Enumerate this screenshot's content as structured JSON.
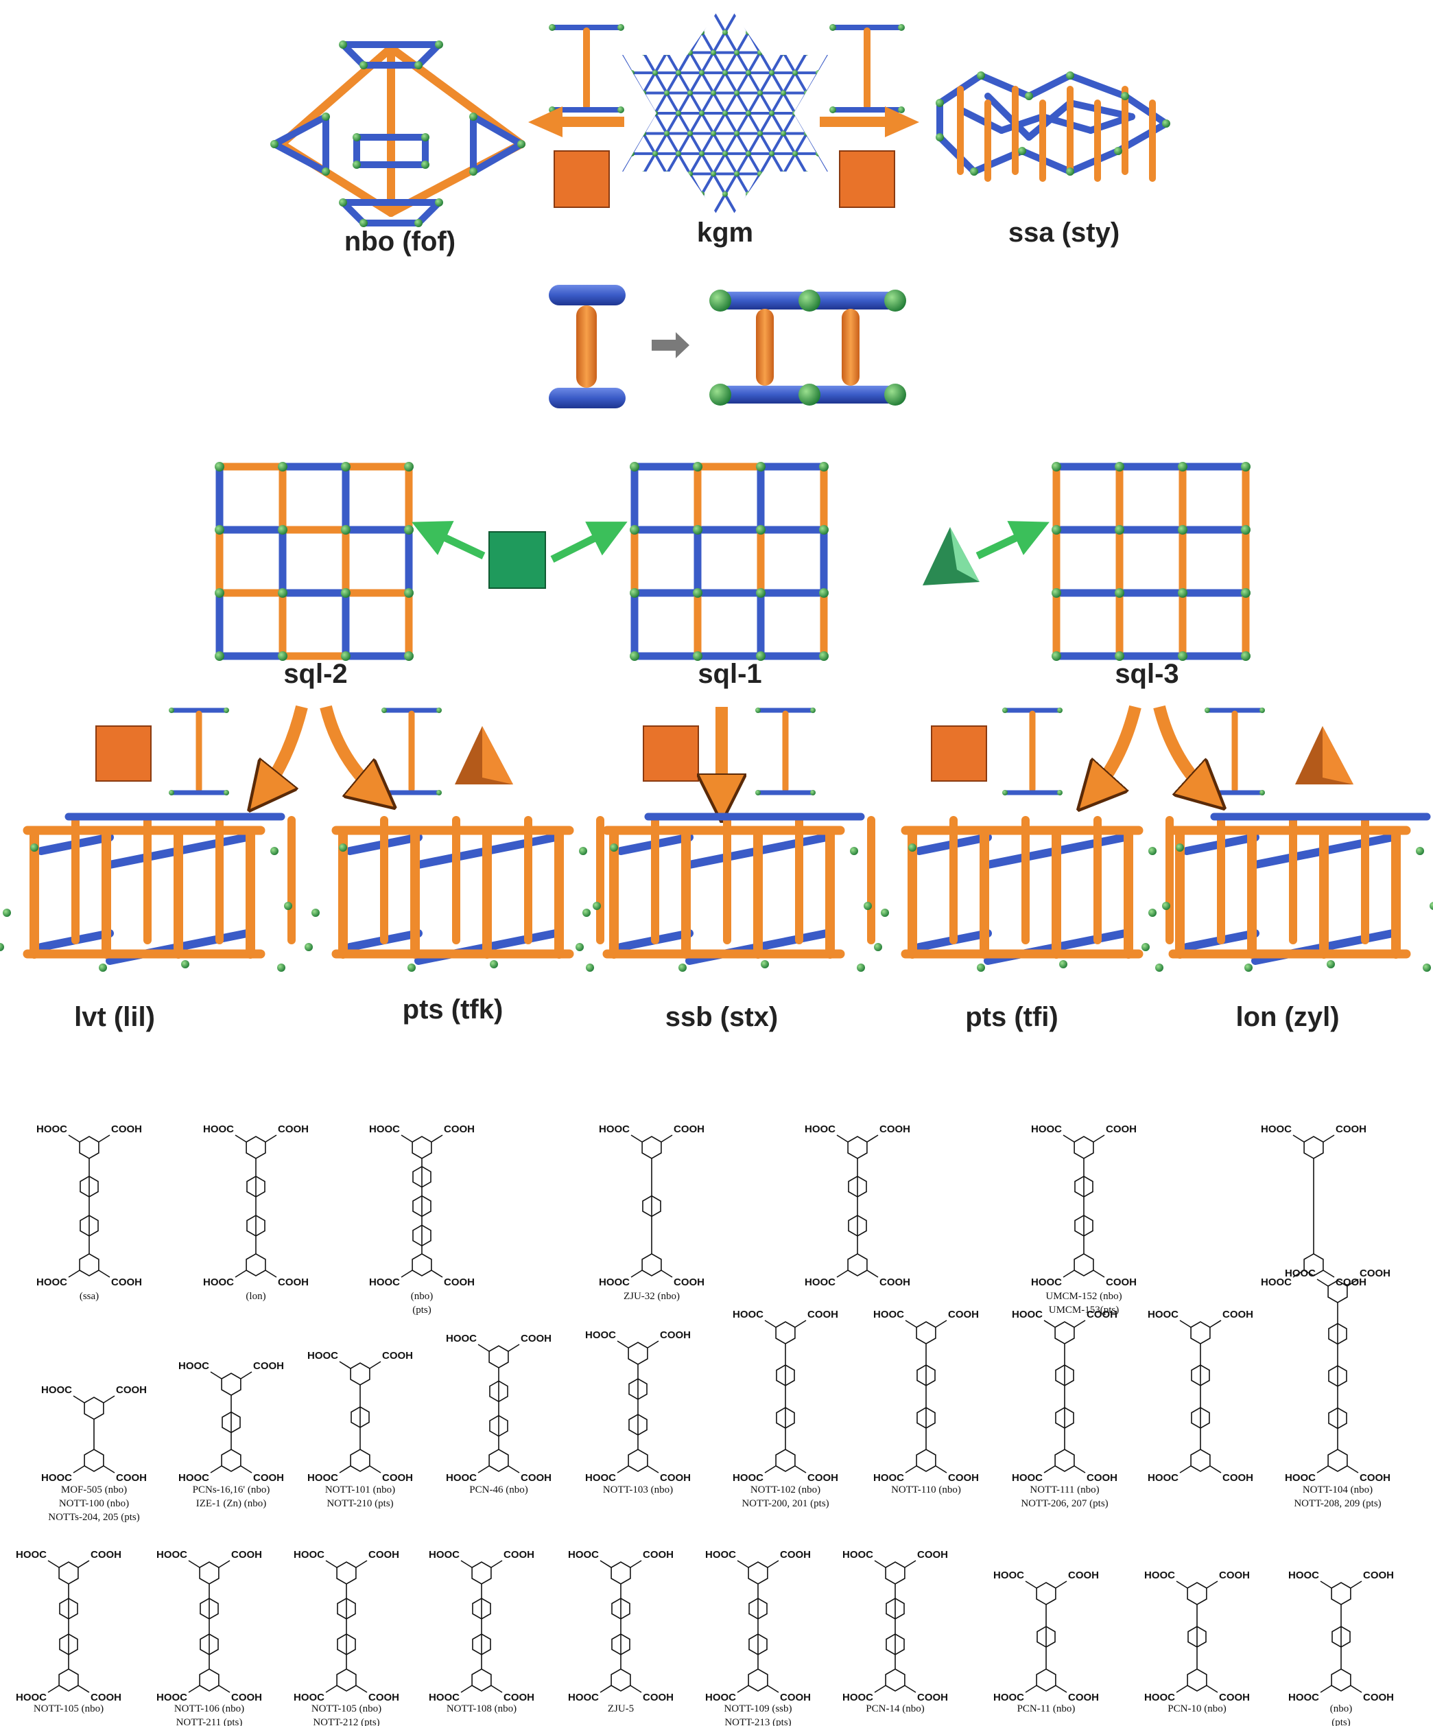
{
  "colors": {
    "blue_rod": "#3a5bc7",
    "orange_rod": "#ee8a2c",
    "green_node": "#3aa655",
    "orange_square": "#e8732a",
    "green_square": "#1f9a5c",
    "arrow_orange": "#ee8a2c",
    "arrow_green": "#3bbf5a",
    "arrow_gray": "#7a7a7a"
  },
  "topologies": {
    "top": [
      {
        "id": "nbo",
        "label": "nbo (fof)"
      },
      {
        "id": "kgm",
        "label": "kgm"
      },
      {
        "id": "ssa",
        "label": "ssa (sty)"
      }
    ],
    "sql": [
      {
        "id": "sql2",
        "label": "sql-2"
      },
      {
        "id": "sql1",
        "label": "sql-1"
      },
      {
        "id": "sql3",
        "label": "sql-3"
      }
    ],
    "bottom": [
      {
        "id": "lvt",
        "label": "lvt (lil)"
      },
      {
        "id": "pts1",
        "label": "pts (tfk)"
      },
      {
        "id": "ssb",
        "label": "ssb (stx)"
      },
      {
        "id": "pts2",
        "label": "pts (tfi)"
      },
      {
        "id": "lon",
        "label": "lon (zyl)"
      }
    ]
  },
  "ligands": {
    "cooh_label": "COOH",
    "hooc_label": "HOOC",
    "row1": [
      {
        "name_lines": [
          "(ssa)"
        ]
      },
      {
        "name_lines": [
          "(lon)"
        ]
      },
      {
        "name_lines": [
          "(nbo)",
          "(pts)"
        ]
      },
      {
        "name_lines": [
          "ZJU-32 (nbo)"
        ]
      },
      {
        "name_lines": [
          ""
        ]
      },
      {
        "name_lines": [
          "UMCM-152 (nbo)",
          "UMCM-153(pts)"
        ]
      },
      {
        "name_lines": [
          ""
        ]
      }
    ],
    "row2": [
      {
        "name_lines": [
          "MOF-505 (nbo)",
          "NOTT-100 (nbo)",
          "NOTTs-204, 205 (pts)"
        ]
      },
      {
        "name_lines": [
          "PCNs-16,16' (nbo)",
          "IZE-1 (Zn) (nbo)"
        ]
      },
      {
        "name_lines": [
          "NOTT-101 (nbo)",
          "NOTT-210 (pts)"
        ]
      },
      {
        "name_lines": [
          "PCN-46 (nbo)"
        ]
      },
      {
        "name_lines": [
          "NOTT-103 (nbo)"
        ]
      },
      {
        "name_lines": [
          "NOTT-102 (nbo)",
          "NOTT-200, 201 (pts)"
        ]
      },
      {
        "name_lines": [
          "NOTT-110 (nbo)"
        ]
      },
      {
        "name_lines": [
          "NOTT-111 (nbo)",
          "NOTT-206, 207 (pts)"
        ]
      },
      {
        "name_lines": [
          ""
        ]
      },
      {
        "name_lines": [
          "NOTT-104 (nbo)",
          "NOTT-208, 209 (pts)"
        ]
      }
    ],
    "row3": [
      {
        "name_lines": [
          "NOTT-105 (nbo)"
        ]
      },
      {
        "name_lines": [
          "NOTT-106 (nbo)",
          "NOTT-211 (pts)"
        ]
      },
      {
        "name_lines": [
          "NOTT-105 (nbo)",
          "NOTT-212 (pts)"
        ]
      },
      {
        "name_lines": [
          "NOTT-108 (nbo)"
        ]
      },
      {
        "name_lines": [
          "ZJU-5"
        ]
      },
      {
        "name_lines": [
          "NOTT-109 (ssb)",
          "NOTT-213 (pts)"
        ]
      },
      {
        "name_lines": [
          "PCN-14 (nbo)"
        ]
      },
      {
        "name_lines": [
          "PCN-11 (nbo)"
        ]
      },
      {
        "name_lines": [
          "PCN-10 (nbo)"
        ]
      },
      {
        "name_lines": [
          "(nbo)",
          "(pts)"
        ]
      }
    ]
  }
}
